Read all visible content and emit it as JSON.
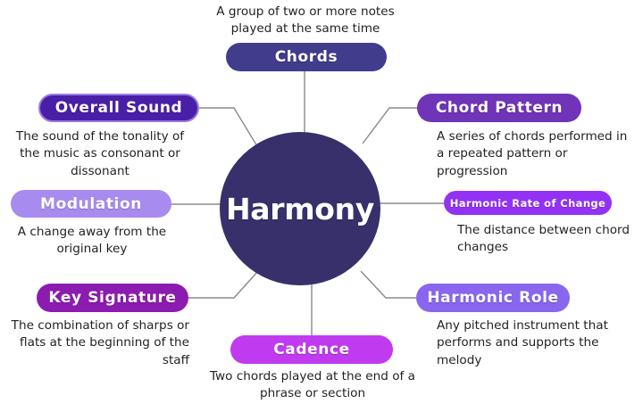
{
  "diagram": {
    "type": "mind-map",
    "center": {
      "label": "Harmony",
      "color": "#37306B"
    },
    "nodes": [
      {
        "id": "chords",
        "label": "Chords",
        "description": "A group of two or more notes played at the same time",
        "color": "#413C8C",
        "position": "top"
      },
      {
        "id": "overall-sound",
        "label": "Overall Sound",
        "description": "The sound of the tonality of the music as consonant or dissonant",
        "color": "#4A1FA8",
        "position": "upper-left"
      },
      {
        "id": "modulation",
        "label": "Modulation",
        "description": "A change away from the original key",
        "color": "#A78BEE",
        "position": "left"
      },
      {
        "id": "key-signature",
        "label": "Key Signature",
        "description": "The combination of sharps or flats at the beginning of the staff",
        "color": "#8C1BB0",
        "position": "lower-left"
      },
      {
        "id": "chord-pattern",
        "label": "Chord Pattern",
        "description": "A series of chords performed in a repeated pattern or progression",
        "color": "#7034B8",
        "position": "upper-right"
      },
      {
        "id": "harmonic-rate-of-change",
        "label": "Harmonic Rate of Change",
        "description": "The distance between chord changes",
        "color": "#9332F5",
        "position": "right"
      },
      {
        "id": "harmonic-role",
        "label": "Harmonic Role",
        "description": "Any pitched instrument that performs and supports the melody",
        "color": "#8866EE",
        "position": "lower-right"
      },
      {
        "id": "cadence",
        "label": "Cadence",
        "description": "Two chords played at the end of a phrase or section",
        "color": "#C03AF0",
        "position": "bottom"
      }
    ],
    "connector_color": "#8a8a8a"
  }
}
